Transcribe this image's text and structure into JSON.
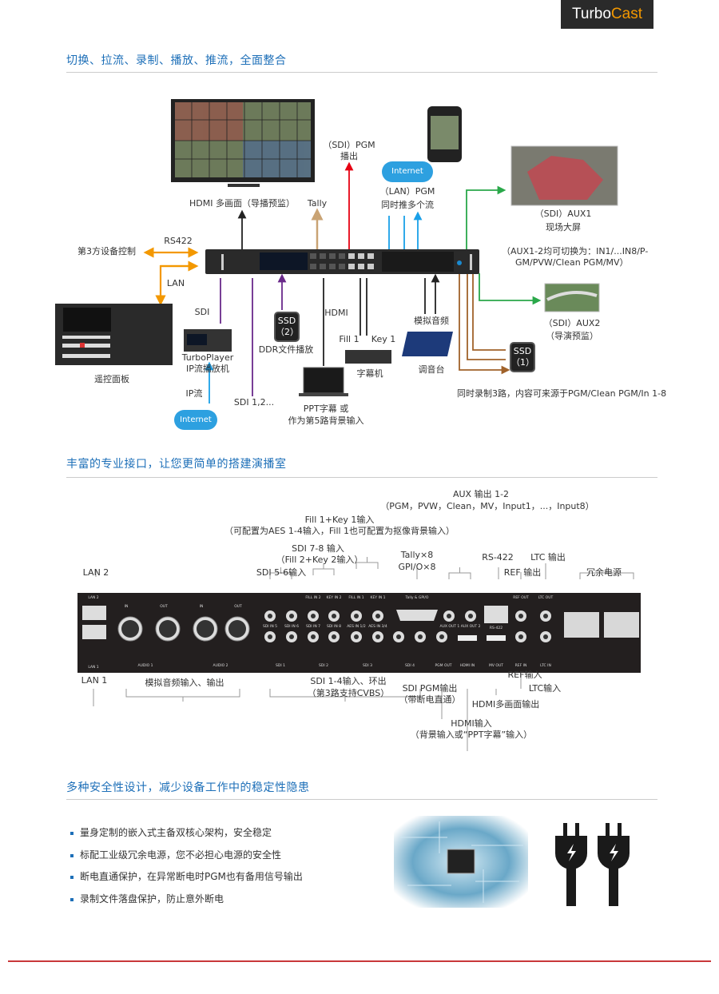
{
  "logo": {
    "part1": "Turbo",
    "part2": "Cast"
  },
  "section1": {
    "title": "切换、拉流、录制、播放、推流，全面整合",
    "labels": {
      "hdmi_mv": "HDMI 多画面（导播预监）",
      "tally": "Tally",
      "sdi_pgm_1": "（SDI）PGM",
      "sdi_pgm_2": "播出",
      "internet": "Internet",
      "lan_pgm_1": "（LAN）PGM",
      "lan_pgm_2": "同时推多个流",
      "aux1_1": "（SDI）AUX1",
      "aux1_2": "现场大屏",
      "aux_note_1": "（AUX1-2均可切换为：IN1/...IN8/P-",
      "aux_note_2": "GM/PVW/Clean PGM/MV）",
      "aux2_1": "（SDI）AUX2",
      "aux2_2": "（导演预监）",
      "ssd1_1": "SSD",
      "ssd1_2": "（1）",
      "record_note": "同时录制3路，内容可来源于PGM/Clean PGM/In 1-8",
      "third_party": "第3方设备控制",
      "rs422": "RS422",
      "lan": "LAN",
      "remote_panel": "遥控面板",
      "sdi": "SDI",
      "turboplayer_1": "TurboPlayer",
      "turboplayer_2": "IP流播放机",
      "ip_stream": "IP流",
      "internet2": "Internet",
      "sdi_12": "SDI 1,2...",
      "ssd2_1": "SSD",
      "ssd2_2": "（2）",
      "ddr": "DDR文件播放",
      "hdmi": "HDMI",
      "ppt_1": "PPT字幕 或",
      "ppt_2": "作为第5路背景输入",
      "fill1": "Fill 1",
      "key1": "Key 1",
      "cg": "字幕机",
      "analog_audio": "模拟音频",
      "mixer": "调音台"
    }
  },
  "section2": {
    "title": "丰富的专业接口，让您更简单的搭建演播室",
    "top": {
      "lan2": "LAN 2",
      "sdi56": "SDI 5-6输入",
      "sdi78_1": "SDI 7-8 输入",
      "sdi78_2": "（Fill 2+Key 2输入）",
      "fill1_1": "Fill 1+Key 1输入",
      "fill1_2": "（可配置为AES 1-4输入，Fill 1也可配置为抠像背景输入）",
      "tally_1": "Tally×8",
      "tally_2": "GPI/O×8",
      "aux_1": "AUX 输出 1-2",
      "aux_2": "（PGM，PVW，Clean，MV，Input1，...，Input8）",
      "rs422": "RS-422",
      "ref_out": "REF 输出",
      "ltc_out": "LTC 输出",
      "power": "冗余电源"
    },
    "bottom": {
      "lan1": "LAN 1",
      "audio": "模拟音频输入、输出",
      "sdi14_1": "SDI 1-4输入、环出",
      "sdi14_2": "（第3路支持CVBS）",
      "pgm_1": "SDI PGM输出",
      "pgm_2": "（带断电直通）",
      "hdmi_mv": "HDMI多画面输出",
      "ref_in": "REF输入",
      "ltc_in": "LTC输入",
      "hdmi_in_1": "HDMI输入",
      "hdmi_in_2": "（背景输入或“PPT字幕”输入）"
    },
    "panel": {
      "lan2": "LAN 2",
      "lan1": "LAN 1",
      "in": "IN",
      "out": "OUT",
      "audio1": "AUDIO 1",
      "audio2": "AUDIO 2",
      "sdi_in5": "SDI IN 5",
      "sdi_in6": "SDI IN 6",
      "fill_in2": "FILL IN 2",
      "key_in2": "KEY IN 2",
      "fill_in1": "FILL IN 1",
      "key_in1": "KEY IN 1",
      "sdi_in7": "SDI IN 7",
      "sdi_in8": "SDI IN 8",
      "aes12": "AES IN 1/2",
      "aes34": "AES IN 3/4",
      "sdi1": "SDI 1",
      "sdi2": "SDI 2",
      "sdi3": "SDI 3",
      "sdi4": "SDI 4",
      "tally_gpio": "Tally & GPI/O",
      "aux_out": "AUX OUT 1 AUX OUT 2",
      "pgm_out": "PGM OUT",
      "hdmi_in": "HDMI IN",
      "mv_out": "MV OUT",
      "rs422": "RS-422",
      "ref_out": "REF OUT",
      "ref_in": "REF IN",
      "ltc_out": "LTC OUT",
      "ltc_in": "LTC IN"
    }
  },
  "section3": {
    "title": "多种安全性设计，减少设备工作中的稳定性隐患",
    "bullets": [
      "量身定制的嵌入式主备双核心架构，安全稳定",
      "标配工业级冗余电源，您不必担心电源的安全性",
      "断电直通保护，在异常断电时PGM也有备用信号输出",
      "录制文件落盘保护，防止意外断电"
    ]
  },
  "colors": {
    "accent": "#1d6fb8",
    "orange": "#f39800",
    "footer_line": "#c8383a"
  }
}
